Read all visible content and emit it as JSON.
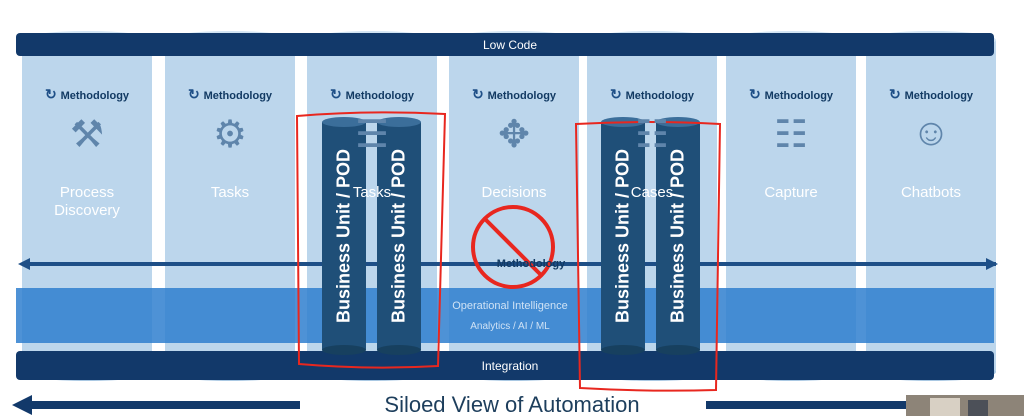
{
  "top_bar": {
    "label": "Low Code"
  },
  "bottom_bar": {
    "label": "Integration"
  },
  "ops_band": {
    "label": "Operational Intelligence",
    "sublabel": "Analytics / AI / ML"
  },
  "methodology_label": "Methodology",
  "columns": [
    {
      "label": "Process\nDiscovery",
      "icon": "hammer-wrench-icon"
    },
    {
      "label": "Tasks",
      "icon": "robot-icon"
    },
    {
      "label": "Tasks",
      "icon": "flowchart-icon"
    },
    {
      "label": "Decisions",
      "icon": "split-arrows-icon"
    },
    {
      "label": "Cases",
      "icon": "document-icon"
    },
    {
      "label": "Capture",
      "icon": "scan-flow-icon"
    },
    {
      "label": "Chatbots",
      "icon": "chatbot-icon"
    }
  ],
  "pods": [
    "Business Unit / POD",
    "Business Unit / POD",
    "Business Unit / POD",
    "Business Unit / POD"
  ],
  "floating_methodology": "Methodology",
  "caption": "Siloed View of Automation",
  "colors": {
    "cylinder": "#bcd6ec",
    "bar_dark": "#12396a",
    "ops_band": "#2f7fcf",
    "pod": "#1f4f78",
    "annotation": "#e8271f"
  }
}
